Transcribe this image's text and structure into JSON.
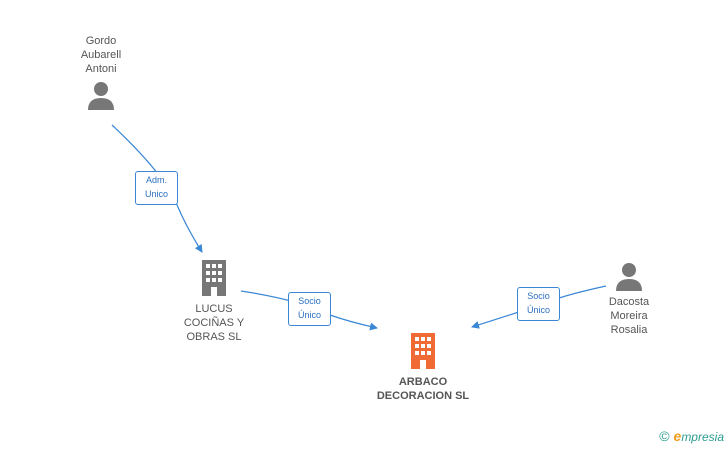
{
  "nodes": {
    "gordo": {
      "label": "Gordo\nAubarell\nAntoni",
      "type": "person"
    },
    "lucus": {
      "label": "LUCUS\nCOCIÑAS Y\nOBRAS SL",
      "type": "company"
    },
    "arbaco": {
      "label": "ARBACO\nDECORACION SL",
      "type": "company-main"
    },
    "dacosta": {
      "label": "Dacosta\nMoreira\nRosalia",
      "type": "person"
    }
  },
  "edges": {
    "e1": {
      "label": "Adm.\nUnico"
    },
    "e2": {
      "label": "Socio\nÚnico"
    },
    "e3": {
      "label": "Socio\nÚnico"
    }
  },
  "colors": {
    "edge": "#3a87d6",
    "icon": "#777777",
    "main_icon": "#f06a35"
  },
  "brand": {
    "copyright": "©",
    "name": "mpresia",
    "initial": "e"
  }
}
